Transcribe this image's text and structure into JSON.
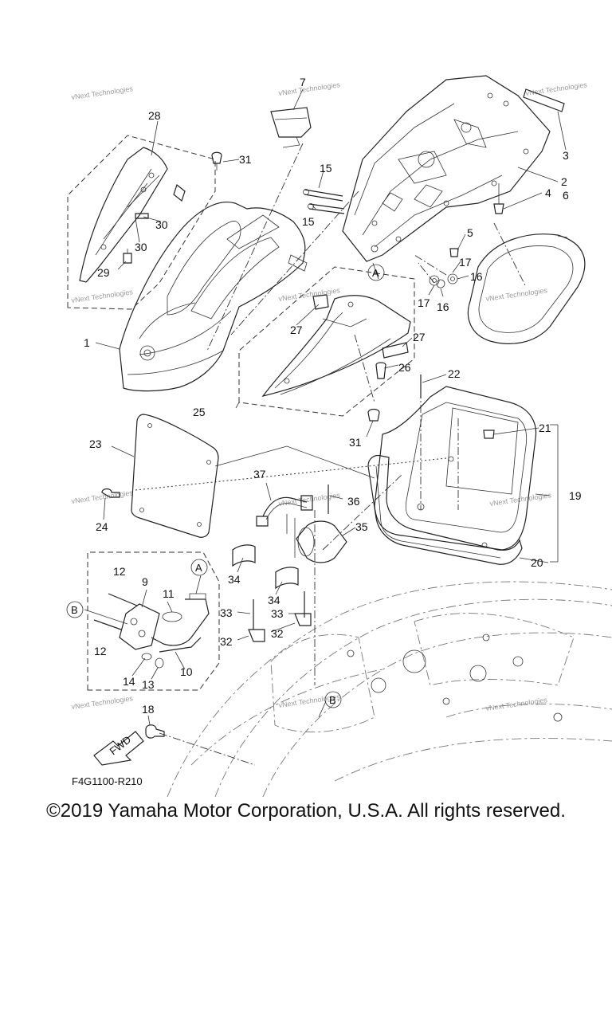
{
  "diagram": {
    "part_numbers": [
      "1",
      "2",
      "3",
      "4",
      "5",
      "6",
      "7",
      "9",
      "10",
      "11",
      "12",
      "12",
      "13",
      "14",
      "15",
      "15",
      "16",
      "16",
      "17",
      "17",
      "18",
      "19",
      "20",
      "21",
      "22",
      "23",
      "24",
      "25",
      "26",
      "27",
      "27",
      "28",
      "29",
      "30",
      "30",
      "31",
      "31",
      "32",
      "32",
      "33",
      "33",
      "34",
      "34",
      "35",
      "36",
      "37"
    ],
    "reference_marks": [
      "A",
      "A",
      "B",
      "B"
    ],
    "watermark": "vNext Technologies",
    "fwd_arrow_label": "FWD",
    "figure_code": "F4G1100-R210"
  },
  "footer": {
    "copyright": "©2019 Yamaha Motor Corporation, U.S.A. All rights reserved."
  }
}
